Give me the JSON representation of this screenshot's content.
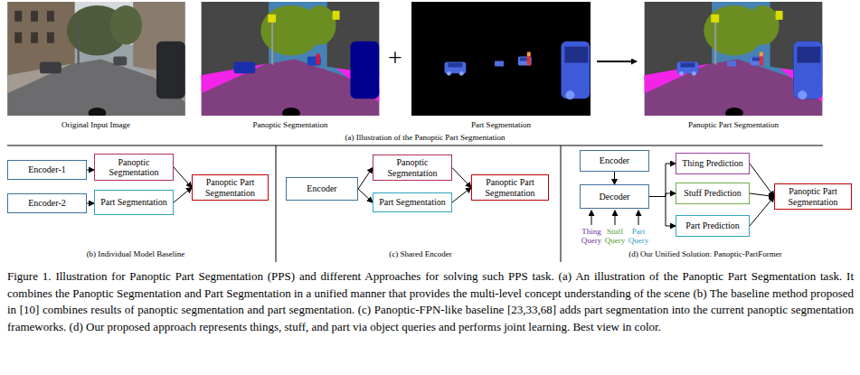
{
  "diagram": {
    "caption": "Figure 1. Illustration for Panoptic Part Segmentation (PPS) and different Approaches for solving such PPS task. (a) An illustration of the Panoptic Part Segmentation task. It combines the Panoptic Segmentation and Part Segmentation in a unified manner that provides the multi-level concept understanding of the scene (b) The baseline method proposed in [10] combines results of panoptic segmentation and part segmentation. (c) Panoptic-FPN-like baseline [23,33,68] adds part segmentation into the current panoptic segmentation frameworks. (d) Our proposed approach represents things, stuff, and part via object queries and performs joint learning. Best view in color.",
    "nodes": [
      {
        "text": [
          "Encoder-1"
        ]
      },
      {
        "text": [
          "Panoptic Segmentation"
        ]
      },
      {
        "text": [
          "Encoder-2"
        ]
      },
      {
        "text": [
          "Part Segmentation"
        ]
      },
      {
        "text": [
          "Panoptic Part Segmentation"
        ]
      },
      {
        "text": [
          "Encoder"
        ]
      },
      {
        "text": [
          "Panoptic Segmentation"
        ]
      },
      {
        "text": [
          "Part Segmentation"
        ]
      },
      {
        "text": [
          "Panoptic Part Segmentation"
        ]
      },
      {
        "text": [
          "Encoder"
        ]
      },
      {
        "text": [
          "Decoder"
        ]
      },
      {
        "text": [
          "Thing Prediction"
        ]
      },
      {
        "text": [
          "Stuff Prediction"
        ]
      },
      {
        "text": [
          "Part Prediction"
        ]
      },
      {
        "text": [
          "Panoptic Part Segmentation"
        ]
      }
    ],
    "edges": [
      {
        "from": 0,
        "to": 1,
        "arrow": "to"
      },
      {
        "from": 2,
        "to": 3,
        "arrow": "to"
      },
      {
        "from": 1,
        "to": 4,
        "arrow": "to"
      },
      {
        "from": 3,
        "to": 4,
        "arrow": "to"
      },
      {
        "from": 5,
        "to": 6,
        "arrow": "to"
      },
      {
        "from": 5,
        "to": 7,
        "arrow": "to"
      },
      {
        "from": 6,
        "to": 8,
        "arrow": "to"
      },
      {
        "from": 7,
        "to": 8,
        "arrow": "to"
      },
      {
        "from": 9,
        "to": 10,
        "arrow": "to"
      },
      {
        "from": 10,
        "to": 11,
        "arrow": "to"
      },
      {
        "from": 10,
        "to": 12,
        "arrow": "to"
      },
      {
        "from": 10,
        "to": 13,
        "arrow": "to"
      },
      {
        "from": 11,
        "to": 14,
        "arrow": "to"
      },
      {
        "from": 12,
        "to": 14,
        "arrow": "to"
      },
      {
        "from": 13,
        "to": 14,
        "arrow": "to"
      }
    ],
    "labels": [
      "Original Input Image",
      "Panoptic Segmentation",
      "+",
      "Part Segmentation",
      "Panoptic Part Segmentation",
      "(a)  Illustration of the Panoptic Part Segmentation",
      "Thing Query",
      "Stuff Query",
      "Part Query",
      "(b) Individual Model Baseline",
      "(c) Shared Encoder",
      "(d) Our Unified Solution: Panoptic-PartFormer"
    ]
  }
}
